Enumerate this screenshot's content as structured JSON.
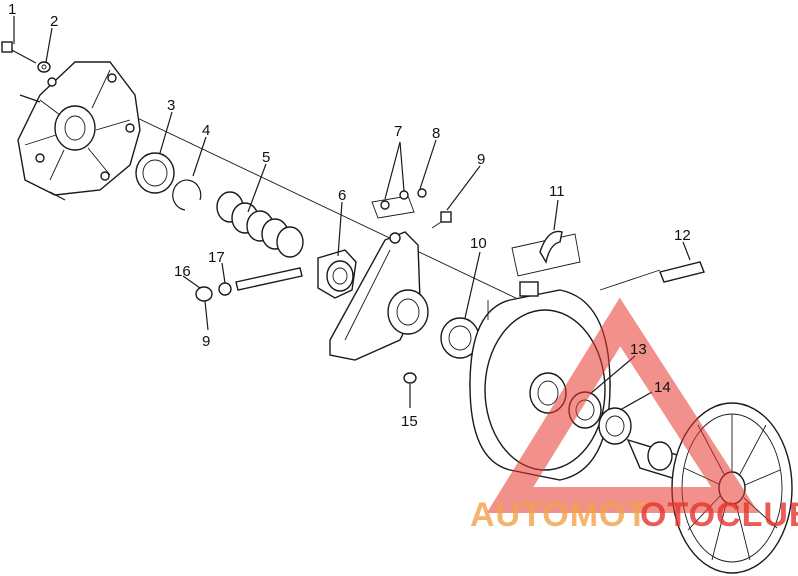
{
  "callouts": {
    "c1": "1",
    "c2": "2",
    "c3": "3",
    "c4": "4",
    "c5": "5",
    "c6": "6",
    "c7": "7",
    "c8": "8",
    "c9a": "9",
    "c9b": "9",
    "c10": "10",
    "c11": "11",
    "c12": "12",
    "c13": "13",
    "c14": "14",
    "c15": "15",
    "c16": "16",
    "c17": "17"
  },
  "watermark": {
    "text_a": "AUTOMOT",
    "text_b": "OTOCLUB",
    "logo_color": "#e8342c",
    "text_color_orange": "#f2a24a"
  }
}
